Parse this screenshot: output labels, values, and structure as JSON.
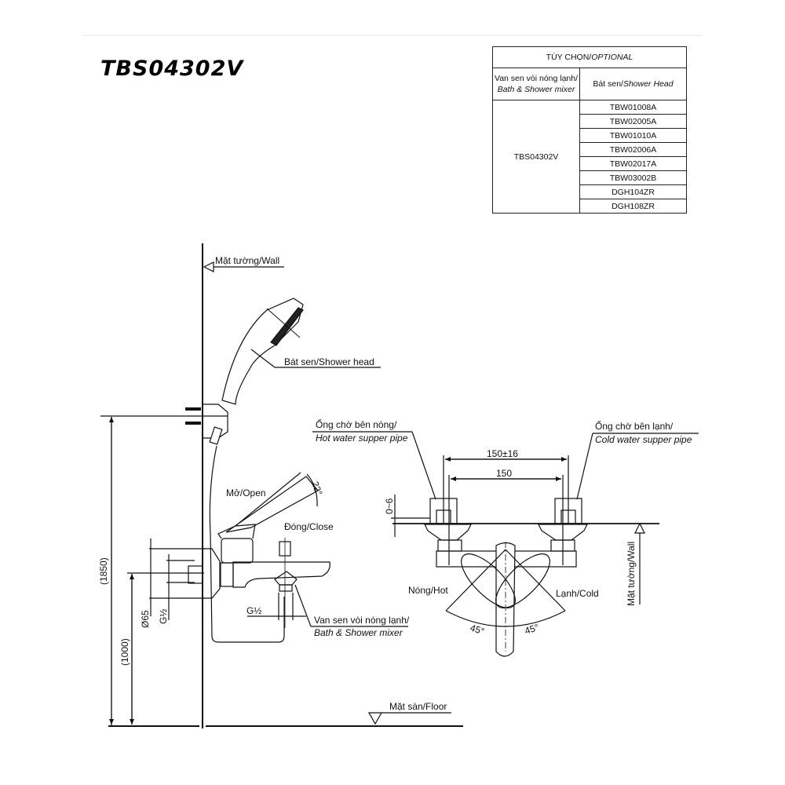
{
  "title": "TBS04302V",
  "optional_table": {
    "header_vi": "TÙY CHỌN/",
    "header_en": "OPTIONAL",
    "col1_vi": "Van sen vòi nóng lạnh/",
    "col1_en": "Bath & Shower mixer",
    "col2_vi": "Bát sen/",
    "col2_en": "Shower Head",
    "mixer_model": "TBS04302V",
    "shower_heads": [
      "TBW01008A",
      "TBW02005A",
      "TBW01010A",
      "TBW02006A",
      "TBW02017A",
      "TBW03002B",
      "DGH104ZR",
      "DGH108ZR"
    ]
  },
  "labels": {
    "wall_vi": "Mặt tường/",
    "wall_en": "Wall",
    "shower_head_vi": "Bát sen/",
    "shower_head_en": "Shower head",
    "open_vi": "Mở/",
    "open_en": "Open",
    "close_vi": "Đóng/",
    "close_en": "Close",
    "mixer_vi": "Van sen vòi nóng lạnh/",
    "mixer_en": "Bath & Shower mixer",
    "floor_vi": "Mặt sàn/",
    "floor_en": "Floor",
    "hot_pipe_vi": "Ống chờ bên nóng/",
    "hot_pipe_en": "Hot water supper pipe",
    "cold_pipe_vi": "Ống chờ bên lạnh/",
    "cold_pipe_en": "Cold water supper pipe",
    "hot_vi": "Nóng/",
    "hot_en": "Hot",
    "cold_vi": "Lạnh/",
    "cold_en": "Cold",
    "wall_vertical": "Mặt tường/Wall"
  },
  "dimensions": {
    "height_total": "(1850)",
    "height_mixer": "(1000)",
    "diameter": "Ø65",
    "thread_a": "G½",
    "thread_b": "G½",
    "handle_angle": "22°",
    "pipe_spacing_tol": "150±16",
    "pipe_spacing": "150",
    "offset": "0~6",
    "rot_left": "45°",
    "rot_right": "45°"
  }
}
